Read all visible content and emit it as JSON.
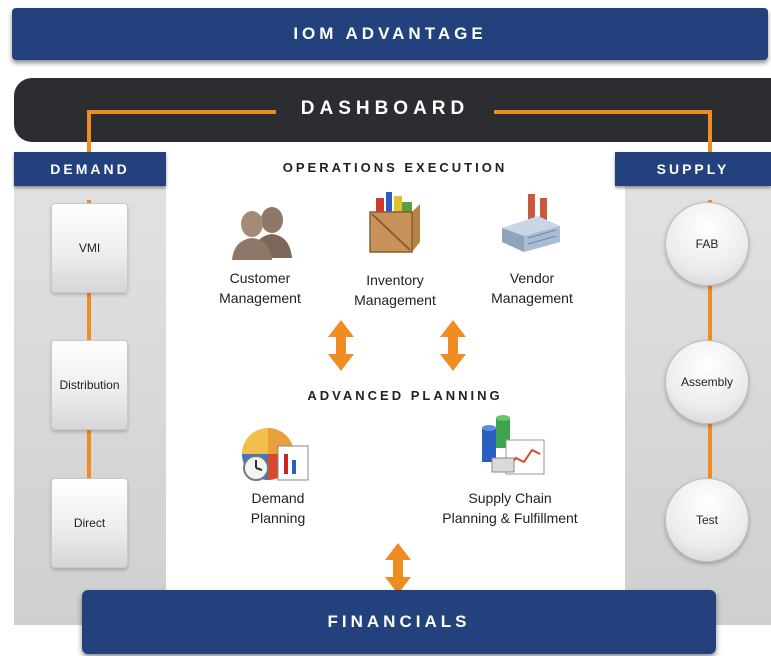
{
  "header": {
    "title": "IOM ADVANTAGE"
  },
  "dashboard": {
    "title": "DASHBOARD"
  },
  "demand": {
    "title": "DEMAND",
    "nodes": [
      "VMI",
      "Distribution",
      "Direct"
    ]
  },
  "supply": {
    "title": "SUPPLY",
    "nodes": [
      "FAB",
      "Assembly",
      "Test"
    ]
  },
  "operations": {
    "title": "OPERATIONS EXECUTION",
    "items": [
      {
        "line1": "Customer",
        "line2": "Management",
        "icon": "customers-icon"
      },
      {
        "line1": "Inventory",
        "line2": "Management",
        "icon": "inventory-box-icon"
      },
      {
        "line1": "Vendor",
        "line2": "Management",
        "icon": "factory-icon"
      }
    ]
  },
  "planning": {
    "title": "ADVANCED PLANNING",
    "items": [
      {
        "line1": "Demand",
        "line2": "Planning",
        "icon": "pie-chart-clock-icon"
      },
      {
        "line1": "Supply Chain",
        "line2": "Planning & Fulfillment",
        "icon": "database-chart-icon"
      }
    ]
  },
  "footer": {
    "title": "FINANCIALS"
  },
  "colors": {
    "navy": "#23427d",
    "orange": "#ef8d22",
    "dark": "#2c2d30"
  }
}
